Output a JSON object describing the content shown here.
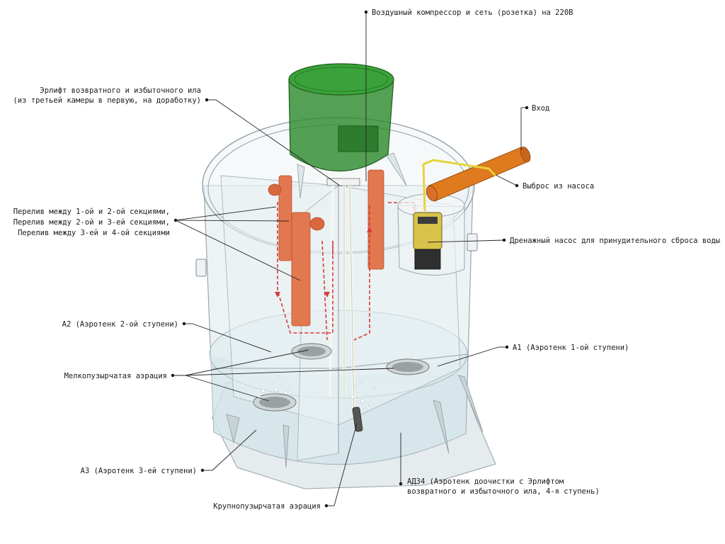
{
  "colors": {
    "tank_shell": "#dfe9ec",
    "cover_green": "#2e8b2e",
    "pipe_orange": "#e2784f",
    "flow_red": "#d63b3b",
    "inlet_pipe": "#e07a1f",
    "water": "#cfe3e8"
  },
  "labels": {
    "compressor": "Воздушный компрессор и сеть (розетка) на 220В",
    "airlift_line1": "Эрлифт возвратного и избыточного ила",
    "airlift_line2": "(из третьей камеры в первую, на доработку)",
    "inlet": "Вход",
    "pump_outlet": "Выброс из насоса",
    "overflow_1_2": "Перелив между 1-ой и 2-ой секциями,",
    "overflow_2_3": "Перелив между 2-ой и 3-ей секциями,",
    "overflow_3_4": "Перелив между 3-ей и 4-ой секциями",
    "drain_pump": "Дренажный насос для принудительного сброса воды",
    "a2": "А2 (Аэротенк 2-ой ступени)",
    "a1": "А1 (Аэротенк 1-ой ступени)",
    "fine_aeration": "Мелкопузырчатая аэрация",
    "a3": "А3 (Аэротенк 3-ей ступени)",
    "ad34_line1": "АДЗ4 (Аэротенк доочистки с Эрлифтом",
    "ad34_line2": "возвратного и избыточного ила, 4-я ступень)",
    "coarse_aeration": "Крупнопузырчатая аэрация"
  }
}
